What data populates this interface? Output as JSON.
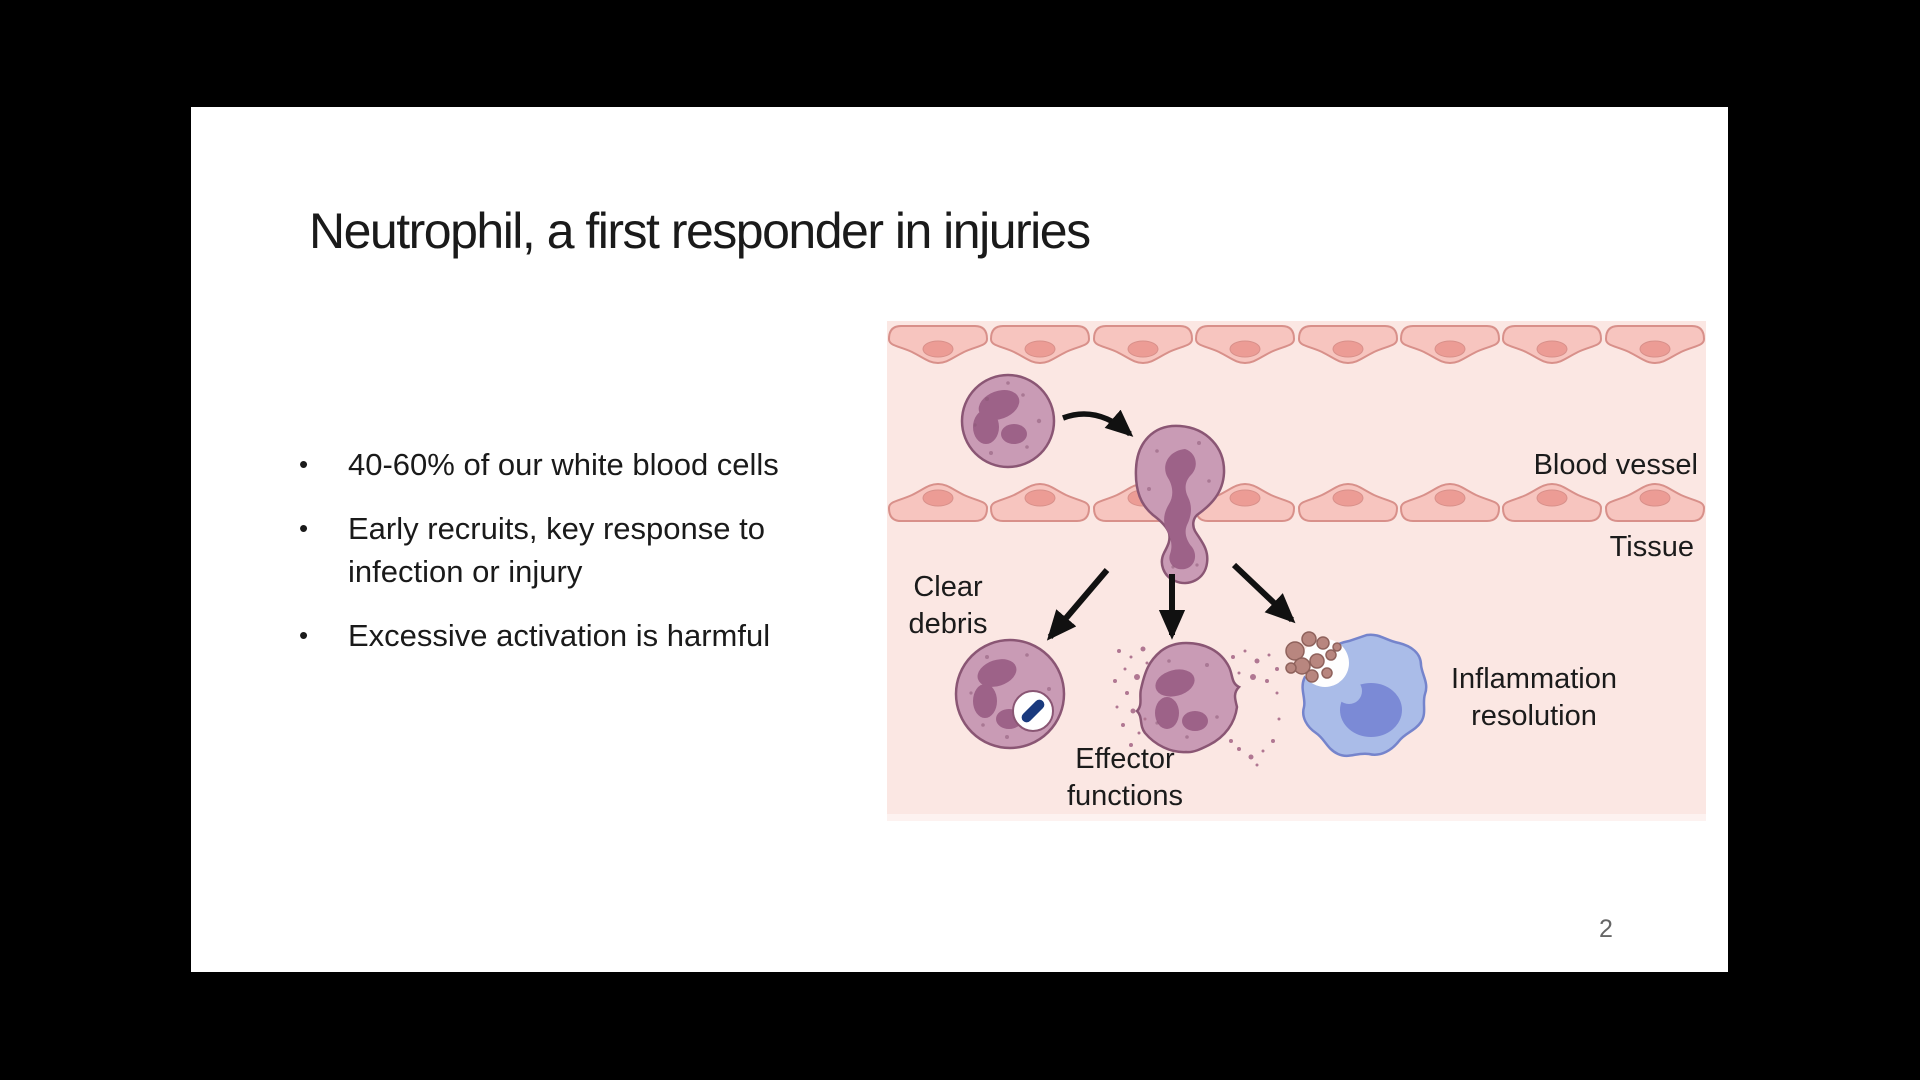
{
  "slide": {
    "title": "Neutrophil, a first responder in injuries",
    "bullets": [
      "40-60% of our white blood cells",
      "Early recruits, key response to infection or injury",
      "Excessive activation is harmful"
    ],
    "bullet_marker": "•",
    "page_number": "2"
  },
  "diagram": {
    "labels": {
      "blood_vessel": "Blood vessel",
      "tissue": "Tissue",
      "clear_debris": "Clear debris",
      "effector_functions": "Effector functions",
      "inflammation_resolution": "Inflammation resolution"
    },
    "colors": {
      "background": "#FBE7E3",
      "endothelium": "#F7C5BF",
      "endothelium_border": "#D8908A",
      "endothelium_nucleus": "#EC9C95",
      "neutrophil_body": "#C99BB5",
      "neutrophil_nucleus": "#9D6288",
      "neutrophil_border": "#8A5674",
      "granules": "#B07792",
      "macrophage_body": "#AABCE8",
      "macrophage_border": "#7584CC",
      "macrophage_nucleus": "#7B8AD6",
      "debris": "#B8867F",
      "debris_border": "#8F625C",
      "bacterium": "#1A3A7E",
      "arrow": "#111111"
    }
  }
}
